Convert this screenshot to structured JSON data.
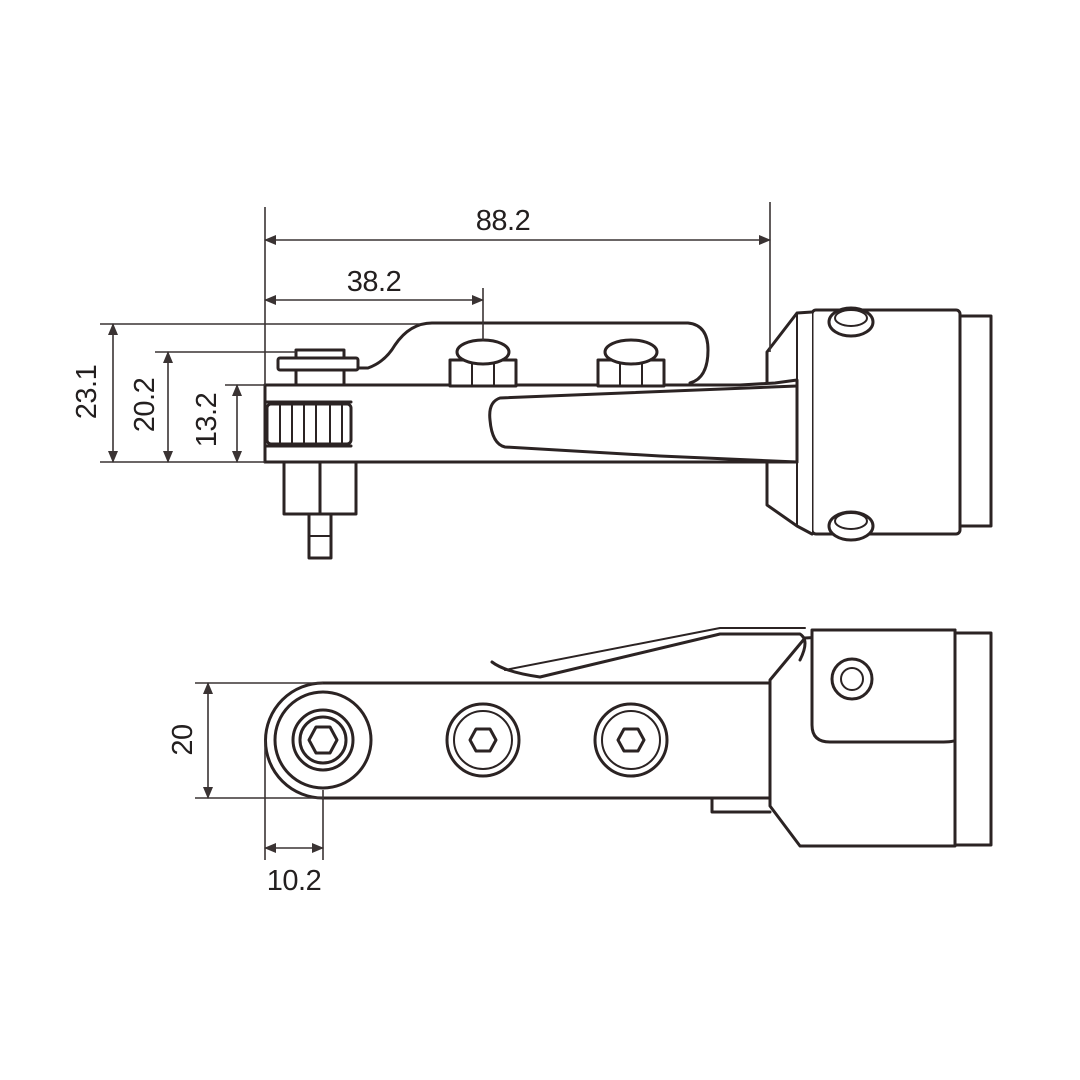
{
  "dimensions": {
    "overall_length": "88.2",
    "bolt_offset": "38.2",
    "total_height": "23.1",
    "mid_height": "20.2",
    "body_height": "13.2",
    "arm_width": "20",
    "head_offset": "10.2"
  },
  "colors": {
    "line": "#2b2323",
    "background": "#ffffff"
  }
}
